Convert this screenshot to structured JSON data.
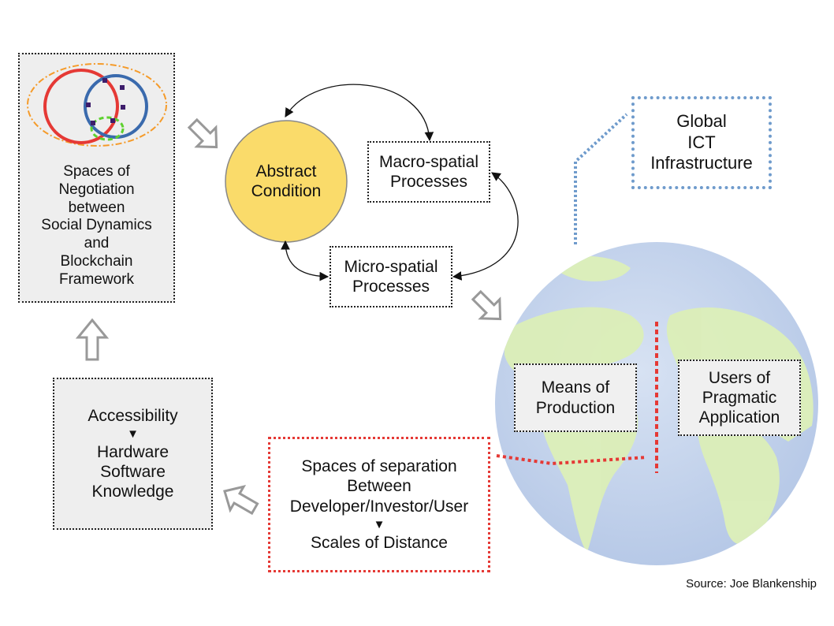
{
  "diagram": {
    "negotiation": {
      "lines": [
        "Spaces of",
        "Negotiation",
        "between",
        "Social Dynamics",
        "and",
        "Blockchain",
        "Framework"
      ]
    },
    "abstract_condition": {
      "lines": [
        "Abstract",
        "Condition"
      ]
    },
    "macro_spatial": {
      "lines": [
        "Macro-spatial",
        "Processes"
      ]
    },
    "micro_spatial": {
      "lines": [
        "Micro-spatial",
        "Processes"
      ]
    },
    "global_ict": {
      "lines": [
        "Global",
        "ICT",
        "Infrastructure"
      ]
    },
    "accessibility": {
      "top": "Accessibility",
      "arrow": "▼",
      "lines": [
        "Hardware",
        "Software",
        "Knowledge"
      ]
    },
    "means": {
      "lines": [
        "Means of",
        "Production"
      ]
    },
    "users": {
      "lines": [
        "Users of",
        "Pragmatic",
        "Application"
      ]
    },
    "separation": {
      "lines": [
        "Spaces of separation",
        "Between",
        "Developer/Investor/User"
      ],
      "arrow": "▼",
      "bottom": "Scales of Distance"
    },
    "source": "Source: Joe Blankenship"
  },
  "colors": {
    "abstract_fill": "#fadb6a",
    "red_circle": "#e53935",
    "blue_circle": "#3a6aad",
    "orange_ellipse": "#f59b2a",
    "green_dashed": "#5ed12f",
    "purple_marks": "#3d1d6b",
    "ict_dotted": "#6f9bcc",
    "separation_red": "#e53935",
    "globe_ocean": "#c3d3ec",
    "globe_land": "#dbeeb6",
    "hollow_arrow": "#999999"
  },
  "icons": [
    "venn-diagram-icon",
    "globe-icon",
    "hollow-arrow-icon"
  ]
}
